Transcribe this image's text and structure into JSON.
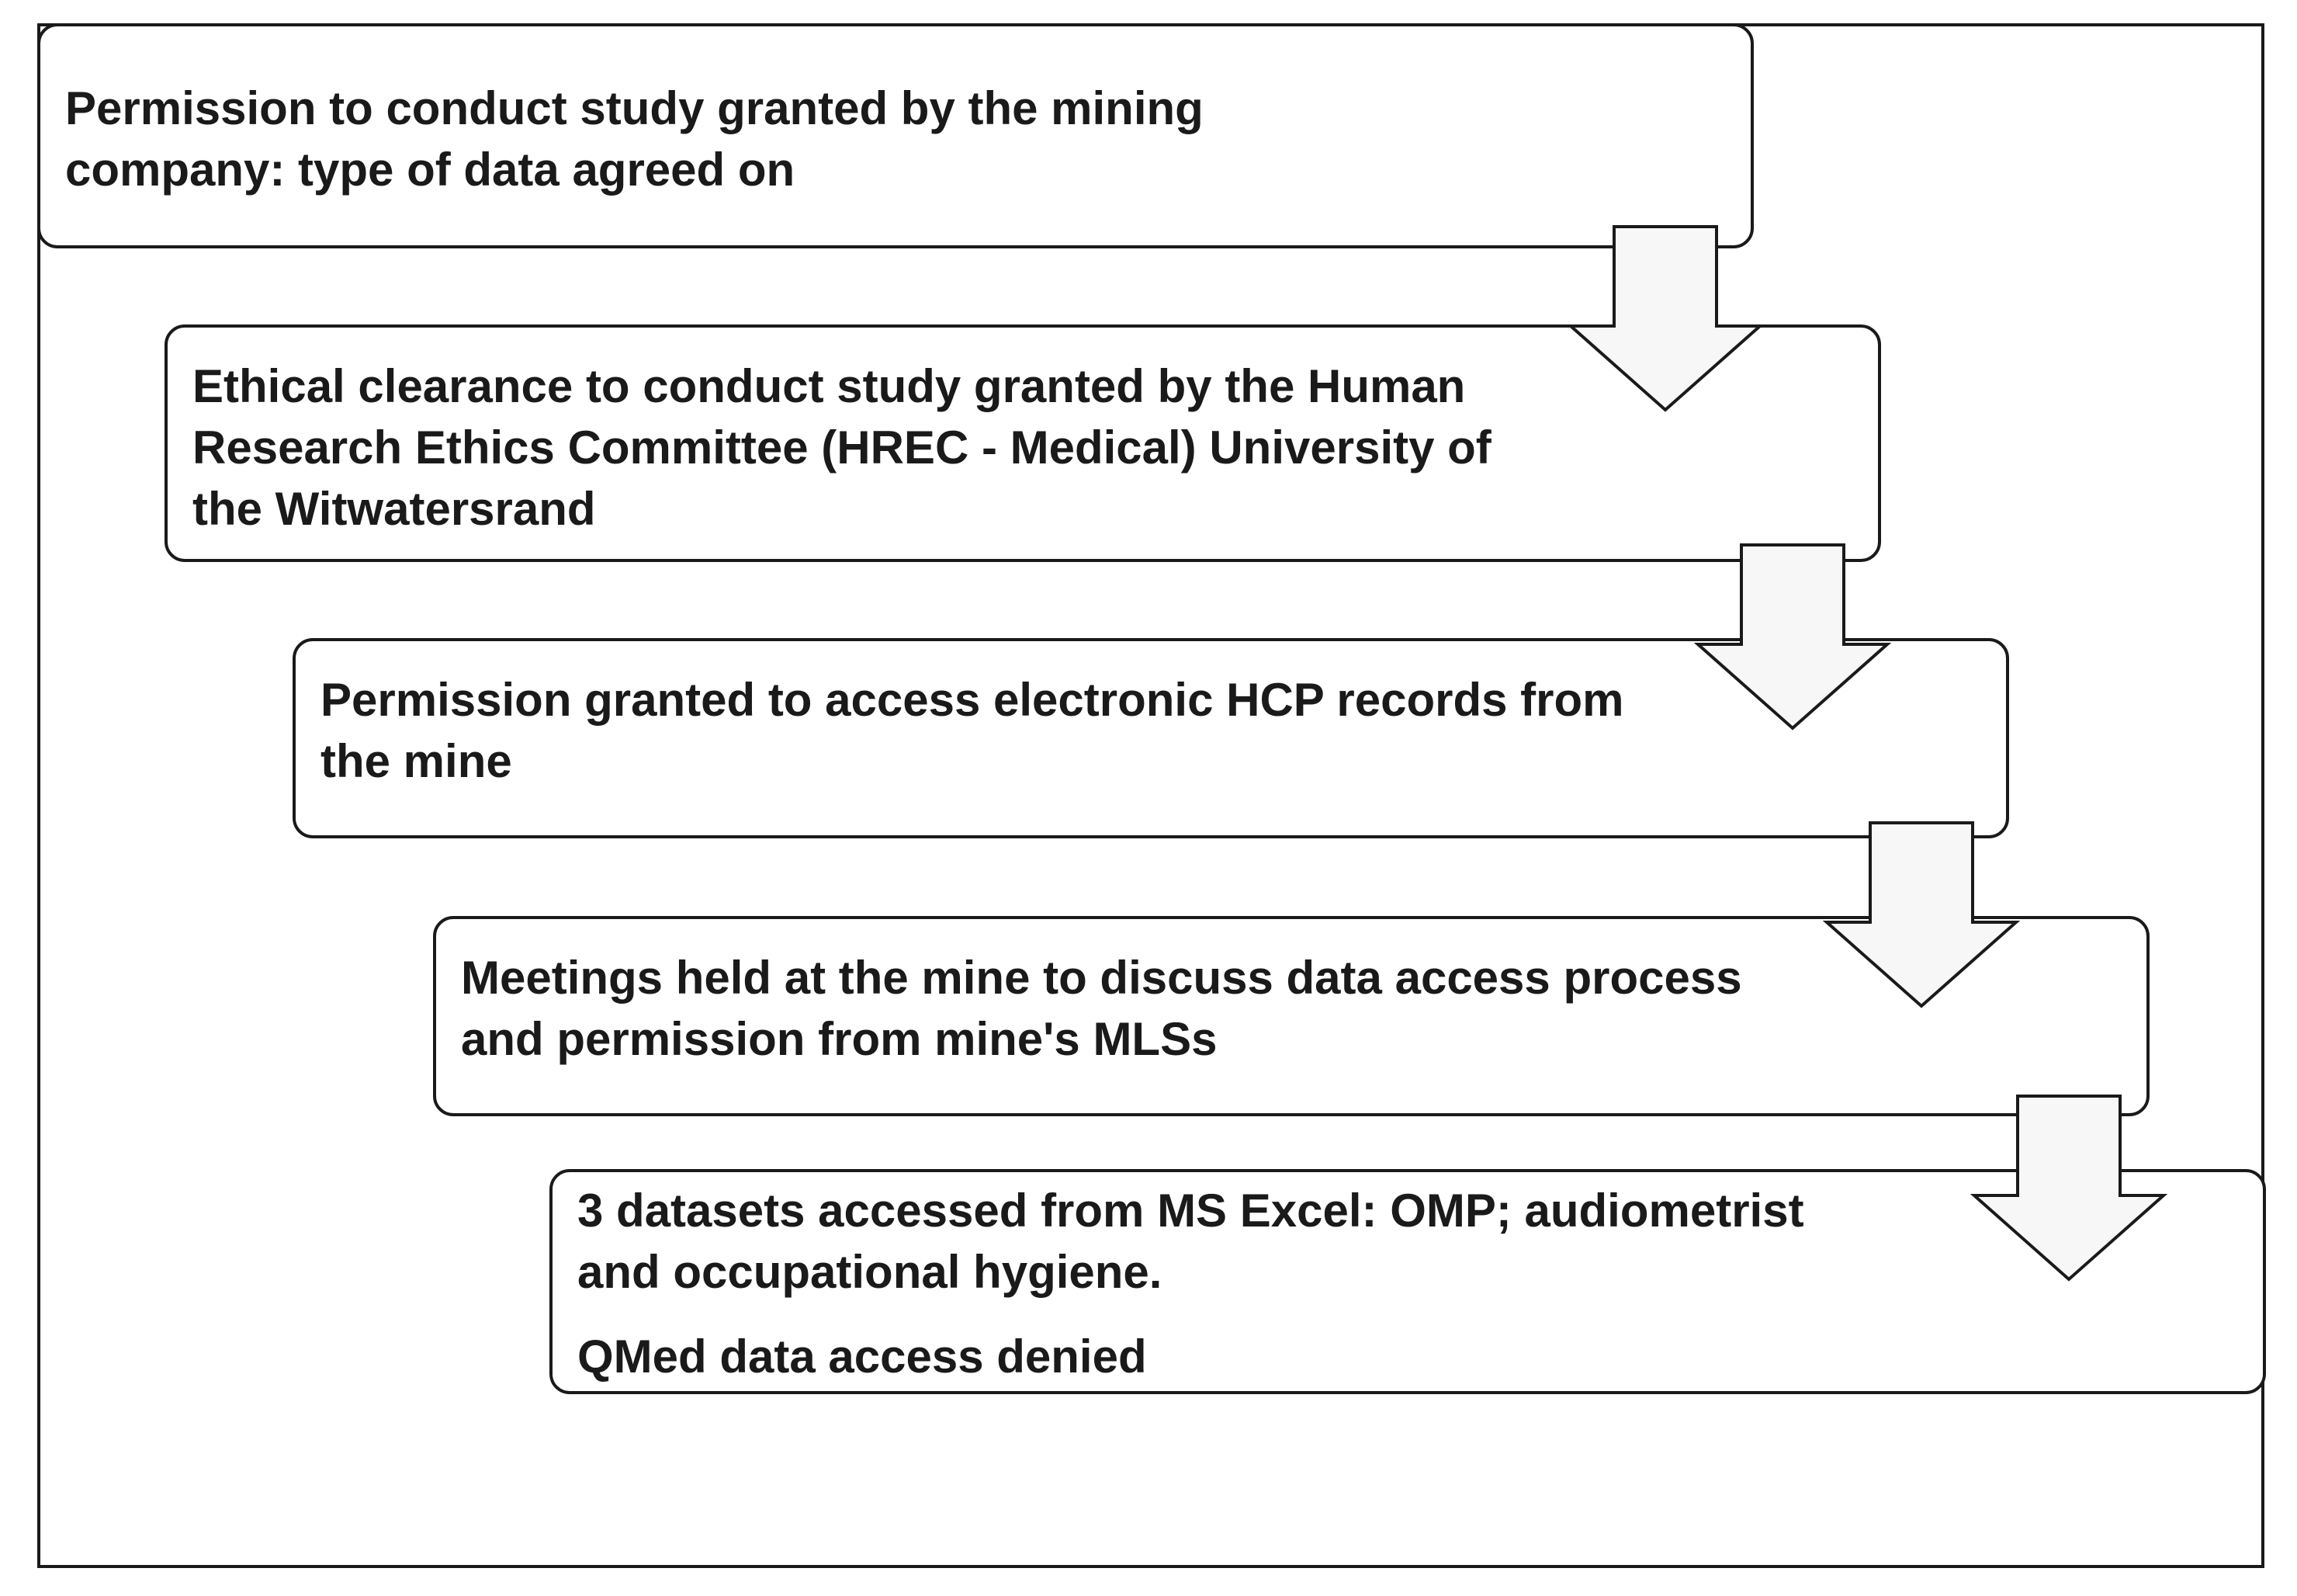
{
  "diagram": {
    "steps": [
      {
        "lines": [
          "Permission to conduct study granted by the mining",
          "company: type of data agreed on"
        ]
      },
      {
        "lines": [
          "Ethical clearance to conduct study granted by the Human",
          "Research Ethics Committee (HREC - Medical) University of",
          "the Witwatersrand"
        ]
      },
      {
        "lines": [
          "Permission granted to access electronic HCP records from",
          "the mine"
        ]
      },
      {
        "lines": [
          "Meetings held at the mine to discuss data access process",
          "and permission from mine's MLSs"
        ]
      },
      {
        "lines": [
          "3 datasets accessed from MS Excel: OMP; audiometrist",
          "and occupational hygiene."
        ],
        "note": "QMed data access denied"
      }
    ],
    "colors": {
      "stroke": "#1a1a1a",
      "box_fill": "#ffffff",
      "arrow_fill": "#f7f7f7"
    },
    "icons": [
      "down-arrow-icon"
    ]
  }
}
